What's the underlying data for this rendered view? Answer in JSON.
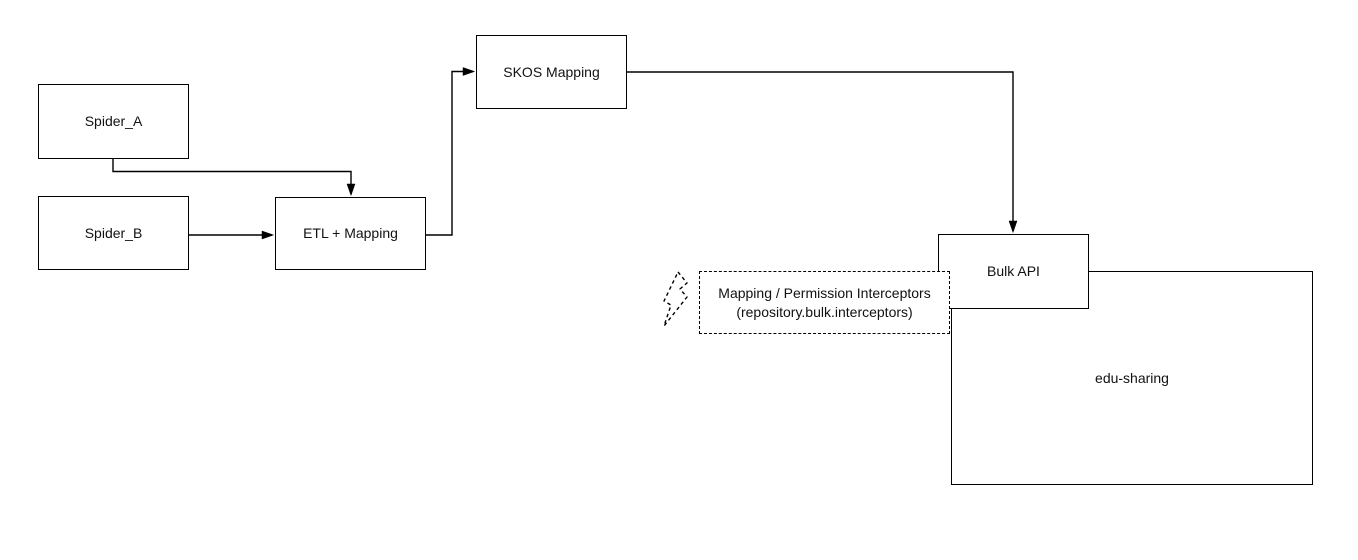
{
  "diagram": {
    "type": "flowchart",
    "background_color": "#ffffff",
    "stroke_color": "#000000",
    "text_color": "#111111",
    "nodes": {
      "spider_a": {
        "label": "Spider_A"
      },
      "spider_b": {
        "label": "Spider_B"
      },
      "etl_mapping": {
        "label": "ETL + Mapping"
      },
      "skos_mapping": {
        "label": "SKOS Mapping"
      },
      "bulk_api": {
        "label": "Bulk API"
      },
      "edu_sharing": {
        "label": "edu-sharing"
      },
      "interceptors": {
        "line1": "Mapping / Permission Interceptors",
        "line2": "(repository.bulk.interceptors)",
        "style": "dashed"
      }
    },
    "icons": {
      "lightning": "lightning-bolt-icon"
    },
    "edges": [
      {
        "from": "spider_a",
        "to": "etl_mapping",
        "arrow": true
      },
      {
        "from": "spider_b",
        "to": "etl_mapping",
        "arrow": true
      },
      {
        "from": "etl_mapping",
        "to": "skos_mapping",
        "arrow": true
      },
      {
        "from": "skos_mapping",
        "to": "bulk_api",
        "arrow": true
      }
    ],
    "containment": [
      {
        "parent": "edu_sharing",
        "child": "bulk_api"
      }
    ]
  }
}
